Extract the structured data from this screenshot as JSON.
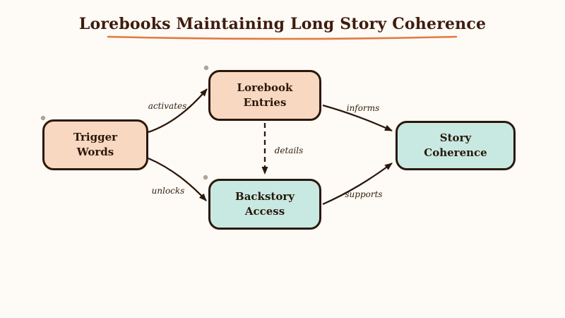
{
  "title": {
    "text": "Lorebooks Maintaining Long Story Coherence",
    "text_color": "#3e1c0e",
    "underline_color": "#e1793e"
  },
  "canvas": {
    "background": "#fefaf5",
    "stroke_color": "#2b180c",
    "handle_dot_color": "#aba49d"
  },
  "nodes": [
    {
      "id": "trigger-words",
      "lines": [
        "Trigger",
        "Words"
      ],
      "fill": "#f8d8c0"
    },
    {
      "id": "lorebook-entries",
      "lines": [
        "Lorebook",
        "Entries"
      ],
      "fill": "#f8d8c0"
    },
    {
      "id": "backstory-access",
      "lines": [
        "Backstory",
        "Access"
      ],
      "fill": "#c7e9e2"
    },
    {
      "id": "story-coherence",
      "lines": [
        "Story",
        "Coherence"
      ],
      "fill": "#c7e9e2"
    }
  ],
  "edges": [
    {
      "from": "trigger-words",
      "to": "lorebook-entries",
      "label": "activates",
      "style": "solid"
    },
    {
      "from": "trigger-words",
      "to": "backstory-access",
      "label": "unlocks",
      "style": "solid"
    },
    {
      "from": "lorebook-entries",
      "to": "story-coherence",
      "label": "informs",
      "style": "solid"
    },
    {
      "from": "lorebook-entries",
      "to": "backstory-access",
      "label": "details",
      "style": "dashed"
    },
    {
      "from": "backstory-access",
      "to": "story-coherence",
      "label": "supports",
      "style": "solid"
    }
  ]
}
